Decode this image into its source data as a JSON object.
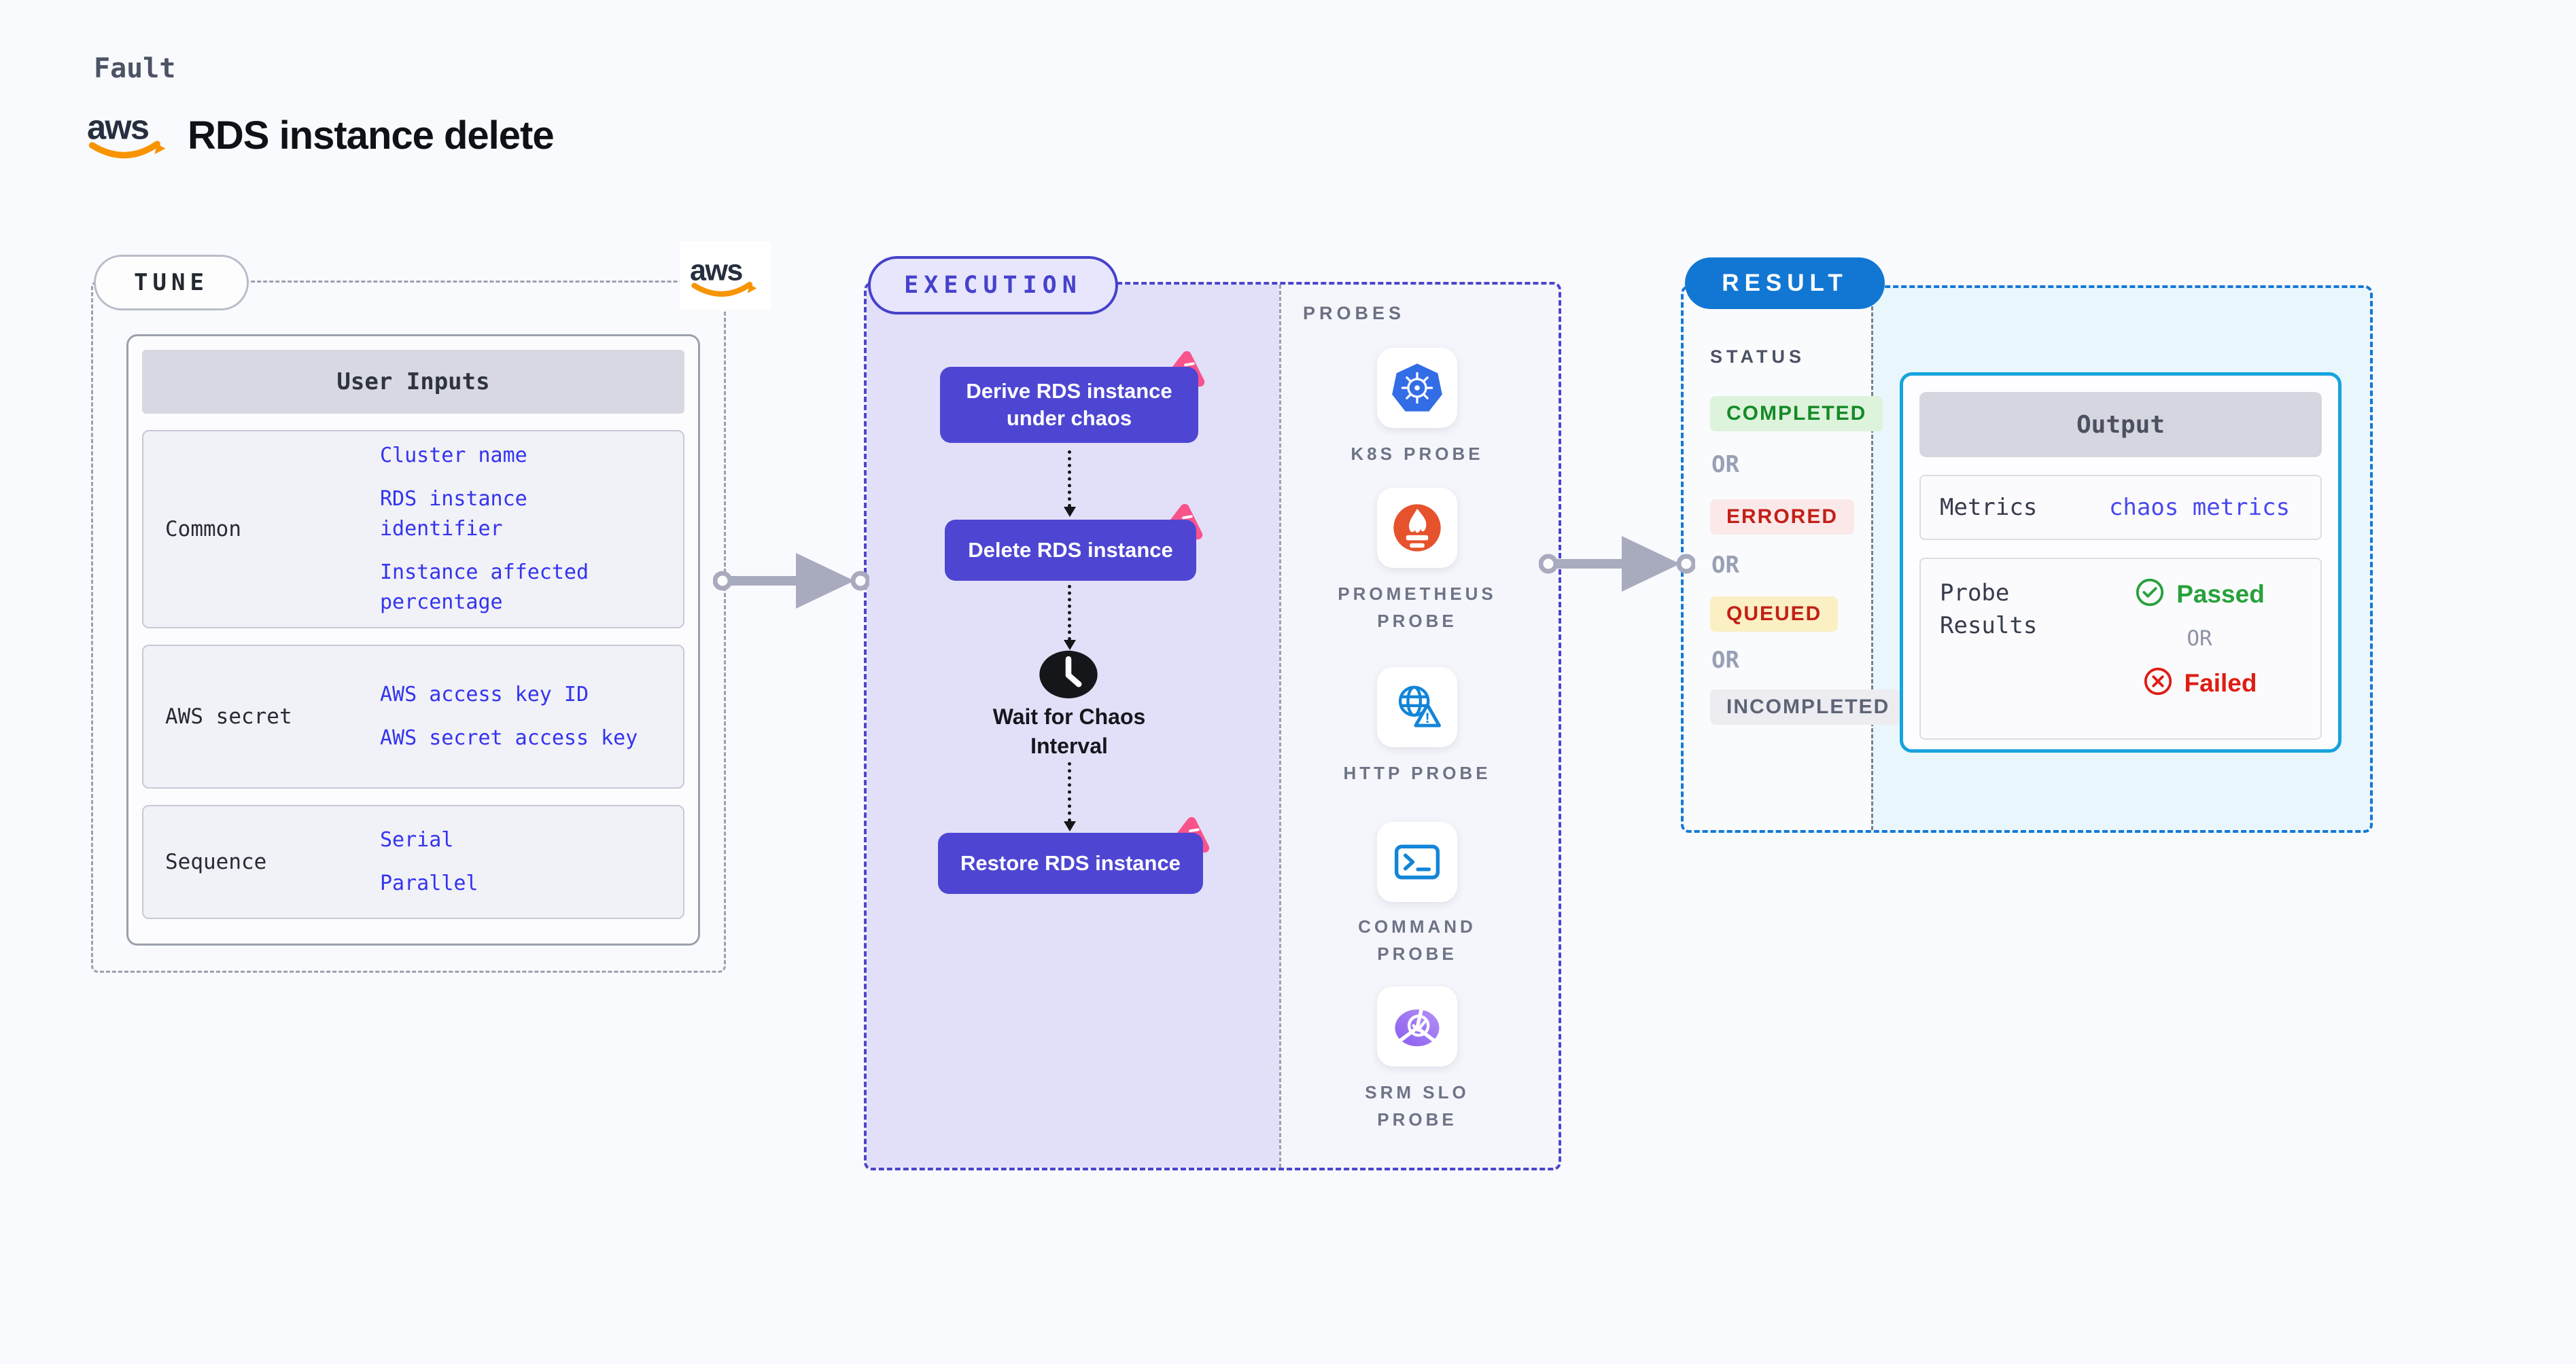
{
  "header": {
    "category_label": "Fault",
    "title": "RDS instance delete",
    "brand": "aws"
  },
  "tune": {
    "badge": "TUNE",
    "user_inputs": {
      "header": "User Inputs",
      "rows": [
        {
          "label": "Common",
          "items": [
            "Cluster name",
            "RDS instance identifier",
            "Instance affected percentage"
          ]
        },
        {
          "label": "AWS secret",
          "items": [
            "AWS access key ID",
            "AWS secret access key"
          ]
        },
        {
          "label": "Sequence",
          "items": [
            "Serial",
            "Parallel"
          ]
        }
      ]
    }
  },
  "execution": {
    "badge": "EXECUTION",
    "steps": {
      "derive": "Derive RDS instance under chaos",
      "delete": "Delete RDS instance",
      "wait": "Wait for Chaos Interval",
      "restore": "Restore RDS instance"
    }
  },
  "probes": {
    "title": "PROBES",
    "items": [
      {
        "id": "k8s",
        "label": "K8S PROBE"
      },
      {
        "id": "prometheus",
        "label": "PROMETHEUS PROBE"
      },
      {
        "id": "http",
        "label": "HTTP PROBE"
      },
      {
        "id": "command",
        "label": "COMMAND PROBE"
      },
      {
        "id": "srm-slo",
        "label": "SRM SLO PROBE"
      }
    ]
  },
  "result": {
    "badge": "RESULT",
    "status": {
      "title": "STATUS",
      "completed": "COMPLETED",
      "errored": "ERRORED",
      "queued": "QUEUED",
      "incompleted": "INCOMPLETED",
      "or": "OR"
    },
    "output": {
      "header": "Output",
      "metrics_label": "Metrics",
      "metrics_value": "chaos metrics",
      "probe_results_label": "Probe Results",
      "passed": "Passed",
      "or": "OR",
      "failed": "Failed"
    }
  },
  "colors": {
    "background": "#f9fafd",
    "accent_indigo": "#4e46d2",
    "execution_fill": "#e2e0f9",
    "chaos_pink": "#f9538c",
    "result_blue": "#1277d3",
    "output_cyan_border": "#15a3dc",
    "result_fill": "#e9f6fb",
    "link_blue": "#3434ee",
    "passed_green": "#28a13c",
    "failed_red": "#df1d13",
    "completed_green": "#158a27",
    "errored_red": "#c32018",
    "queued_bg": "#fbefc4",
    "aws_orange": "#f79400",
    "k8s_blue": "#326de6",
    "prometheus_orange": "#e6522c",
    "http_blue": "#1385d8",
    "srm_purple": "#8a5cf0"
  }
}
